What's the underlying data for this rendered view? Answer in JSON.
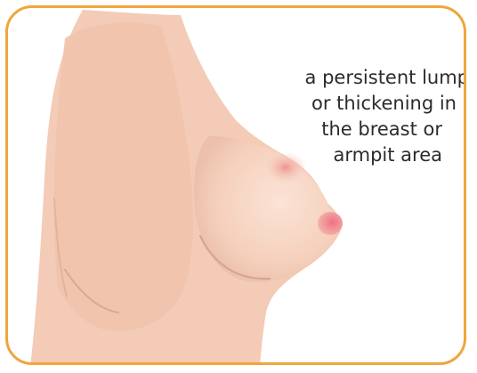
{
  "illustration": {
    "icon": "breast-side-profile-illustration",
    "colors": {
      "frame": "#f0a53c",
      "skin": "#f4cdb8",
      "skin_shadow": "#e3b59d",
      "highlight": "#fbe6da",
      "nipple": "#e86f82",
      "background": "#ffffff"
    }
  },
  "caption": {
    "line1": "a persistent lump",
    "line2": "or thickening in",
    "line3": "the breast or",
    "line4": "armpit area"
  }
}
